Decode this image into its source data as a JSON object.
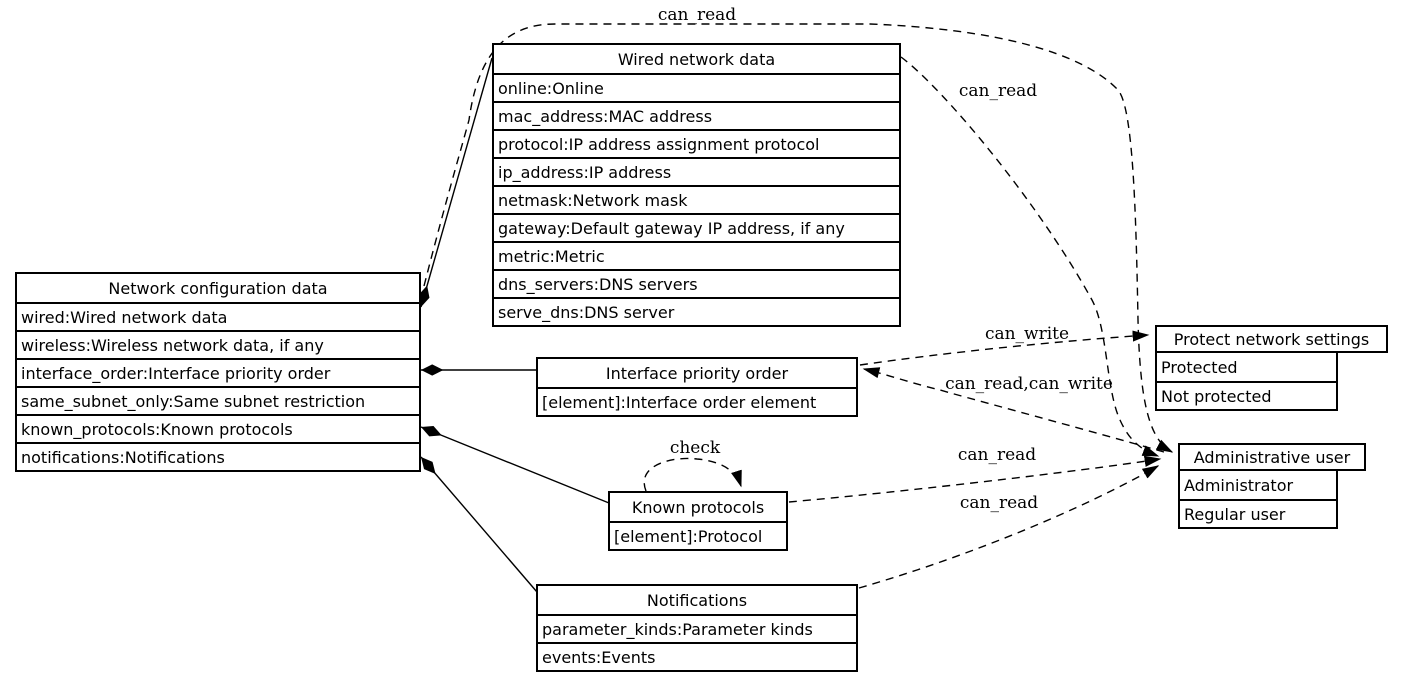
{
  "diagram": {
    "colors": {
      "line": "#000000",
      "background": "#ffffff",
      "text": "#000000"
    },
    "nodes": {
      "network_config": {
        "title": "Network configuration data",
        "rows": [
          "wired:Wired network data",
          "wireless:Wireless network data, if any",
          "interface_order:Interface priority order",
          "same_subnet_only:Same subnet restriction",
          "known_protocols:Known protocols",
          "notifications:Notifications"
        ]
      },
      "wired": {
        "title": "Wired network data",
        "rows": [
          "online:Online",
          "mac_address:MAC address",
          "protocol:IP address assignment protocol",
          "ip_address:IP address",
          "netmask:Network mask",
          "gateway:Default gateway IP address, if any",
          "metric:Metric",
          "dns_servers:DNS servers",
          "serve_dns:DNS server"
        ]
      },
      "interface_order": {
        "title": "Interface priority order",
        "rows": [
          "[element]:Interface order element"
        ]
      },
      "known_protocols": {
        "title": "Known protocols",
        "rows": [
          "[element]:Protocol"
        ]
      },
      "notifications": {
        "title": "Notifications",
        "rows": [
          "parameter_kinds:Parameter kinds",
          "events:Events"
        ]
      },
      "protect": {
        "title": "Protect network settings",
        "rows": [
          "Protected",
          "Not protected"
        ]
      },
      "admin": {
        "title": "Administrative user",
        "rows": [
          "Administrator",
          "Regular user"
        ]
      }
    },
    "edges": [
      {
        "from": "Network configuration data",
        "to": "Administrative user",
        "label": "can_read",
        "style": "dashed"
      },
      {
        "from": "Wired network data",
        "to": "Administrative user",
        "label": "can_read",
        "style": "dashed"
      },
      {
        "from": "Interface priority order",
        "to": "Protect network settings",
        "label": "can_write",
        "style": "dashed"
      },
      {
        "from": "Administrative user",
        "to": "Interface priority order",
        "label": "can_read,can_write",
        "style": "dashed"
      },
      {
        "from": "Known protocols",
        "to": "Administrative user",
        "label": "can_read",
        "style": "dashed"
      },
      {
        "from": "Notifications",
        "to": "Administrative user",
        "label": "can_read",
        "style": "dashed"
      },
      {
        "from": "Known protocols",
        "to": "Known protocols",
        "label": "check",
        "style": "dashed"
      }
    ],
    "compositions": [
      {
        "from": "Network configuration data",
        "row": "wired",
        "to": "Wired network data"
      },
      {
        "from": "Network configuration data",
        "row": "interface_order",
        "to": "Interface priority order"
      },
      {
        "from": "Network configuration data",
        "row": "known_protocols",
        "to": "Known protocols"
      },
      {
        "from": "Network configuration data",
        "row": "notifications",
        "to": "Notifications"
      }
    ]
  }
}
